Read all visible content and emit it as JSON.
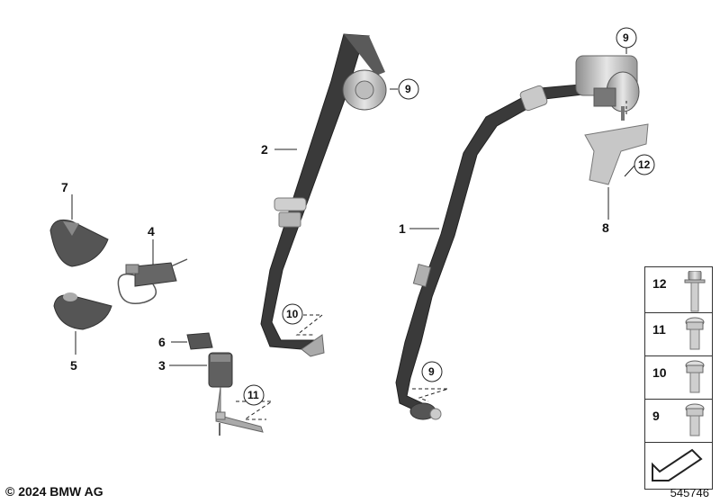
{
  "copyright": "© 2024 BMW AG",
  "part_number": "545746",
  "callouts": [
    "1",
    "2",
    "3",
    "4",
    "5",
    "6",
    "7",
    "8",
    "9",
    "9",
    "9",
    "10",
    "11",
    "12"
  ],
  "legend": [
    "12",
    "11",
    "10",
    "9"
  ]
}
